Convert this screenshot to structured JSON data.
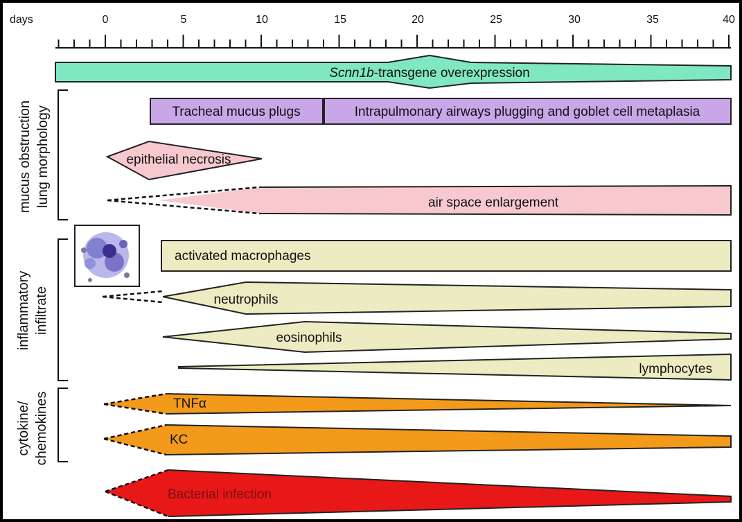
{
  "axis": {
    "unit_label": "days",
    "ticks": [
      "0",
      "5",
      "10",
      "15",
      "20",
      "25",
      "30",
      "35",
      "40"
    ]
  },
  "colors": {
    "transgene": "#7fe8c2",
    "mucus": "#c9a6e8",
    "morphology": "#f7c9cf",
    "infiltrate": "#ecebc1",
    "cytokine": "#f39a1a",
    "bacterial": "#e81818"
  },
  "bars": {
    "transgene": "Scnn1b-transgene overexpression",
    "transgene_italic": "Scnn1b",
    "transgene_rest": "-transgene overexpression",
    "tracheal": "Tracheal mucus plugs",
    "intrapulmonary": "Intrapulmonary airways plugging and goblet cell metaplasia",
    "necrosis": "epithelial necrosis",
    "airspace": "air space enlargement",
    "macrophages": "activated macrophages",
    "neutrophils": "neutrophils",
    "eosinophils": "eosinophils",
    "lymphocytes": "lymphocytes",
    "tnf": "TNFα",
    "kc": "KC",
    "bacterial": "Bacterial infection"
  },
  "groups": {
    "mucus_line1": "mucus obstruction",
    "mucus_line2": "lung morphology",
    "infl_line1": "inflammatory",
    "infl_line2": "infiltrate",
    "cyto_line1": "cytokine/",
    "cyto_line2": "chemokines"
  },
  "image": {
    "icon": "macrophage-micrograph-icon"
  }
}
